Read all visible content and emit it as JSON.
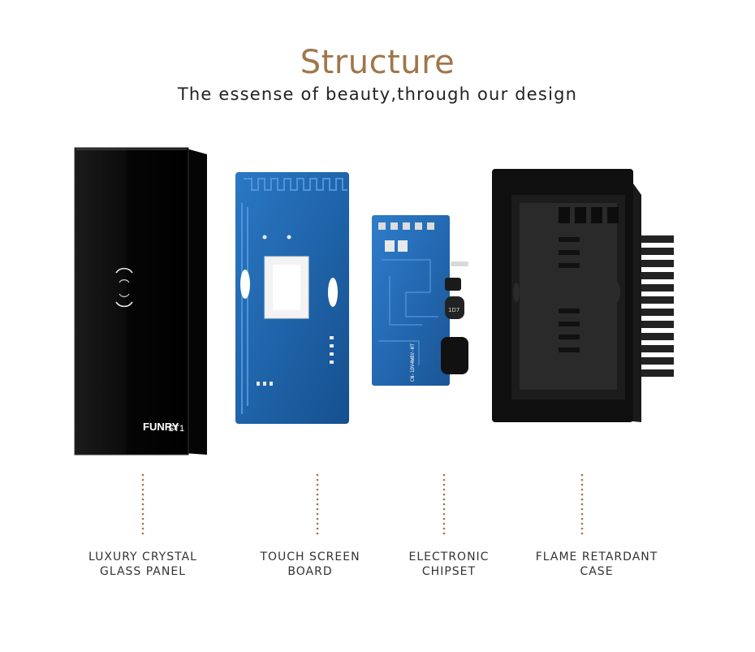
{
  "header": {
    "title": "Structure",
    "subtitle": "The essense of beauty,through our design"
  },
  "panel": {
    "brand": "FUNRY",
    "model": "ST1"
  },
  "chip_marking": "CN-1DV4W8V-HT",
  "chip_cap_label": "1D7",
  "components": [
    {
      "line1": "LUXURY CRYSTAL",
      "line2": "GLASS PANEL"
    },
    {
      "line1": "TOUCH SCREEN",
      "line2": "BOARD"
    },
    {
      "line1": "ELECTRONIC",
      "line2": "CHIPSET"
    },
    {
      "line1": "FLAME RETARDANT",
      "line2": "CASE"
    }
  ],
  "colors": {
    "accent": "#a0764a",
    "pcb_blue": "#1f5fa8",
    "glass_black": "#0a0a0a"
  }
}
